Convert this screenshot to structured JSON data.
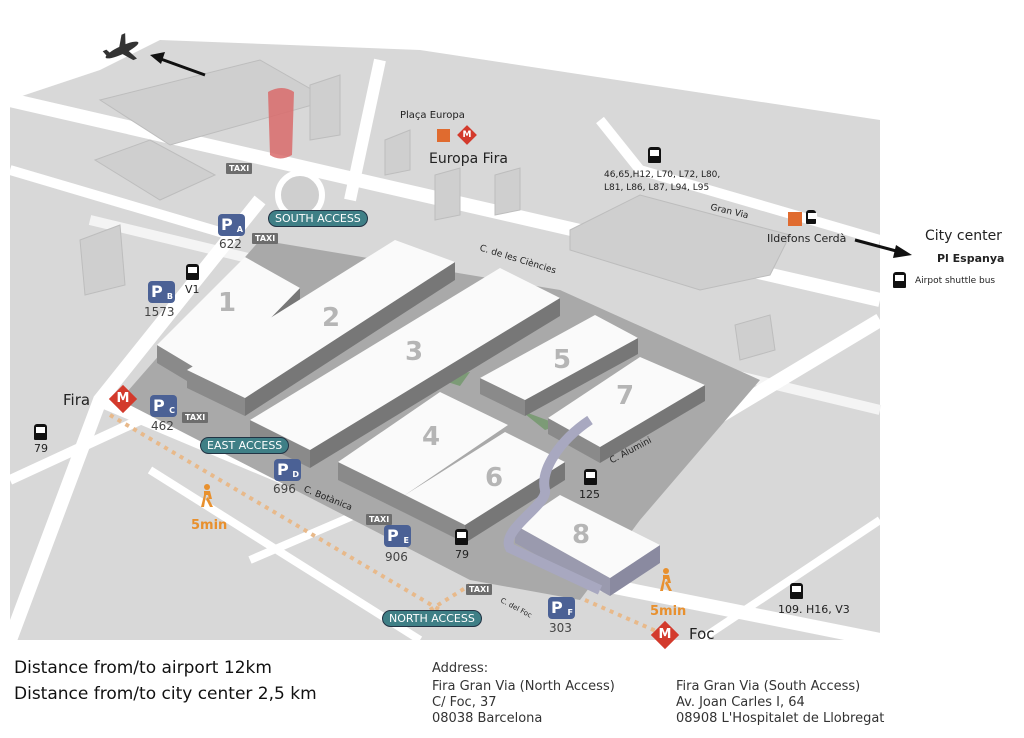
{
  "map": {
    "halls": [
      "1",
      "2",
      "3",
      "4",
      "5",
      "6",
      "7",
      "8"
    ],
    "places": {
      "placa_europa": "Plaça Europa",
      "europa_fira": "Europa Fira",
      "ildefons": "Ildefons Cerdà",
      "fira": "Fira",
      "foc": "Foc",
      "city_center": "City center",
      "pl_espanya": "Pl Espanya",
      "shuttle": "Airpot shuttle bus"
    },
    "accesses": {
      "south": "SOUTH ACCESS",
      "east": "EAST ACCESS",
      "north": "NORTH ACCESS"
    },
    "parking": [
      {
        "letter": "P",
        "sub": "A",
        "spaces": "622"
      },
      {
        "letter": "P",
        "sub": "B",
        "spaces": "1573"
      },
      {
        "letter": "P",
        "sub": "C",
        "spaces": "462"
      },
      {
        "letter": "P",
        "sub": "D",
        "spaces": "696"
      },
      {
        "letter": "P",
        "sub": "E",
        "spaces": "906"
      },
      {
        "letter": "P",
        "sub": "F",
        "spaces": "303"
      }
    ],
    "taxi": "TAXI",
    "metro_letter": "M",
    "bus_lines": {
      "granvia_1": "46,65,H12, L70, L72, L80,",
      "granvia_2": "L81, L86, L87, L94, L95",
      "v1": "V1",
      "b79_left": "79",
      "b79_center": "79",
      "b125": "125",
      "b109": "109. H16, V3"
    },
    "streets": {
      "ciencies": "C. de les Ciències",
      "granvia": "Gran Via",
      "botanica": "C. Botànica",
      "alumini": "C. Alumini",
      "foc": "C. del Foc"
    },
    "walk": {
      "left": "5min",
      "right": "5min"
    },
    "colors": {
      "metro": "#d33a2c",
      "parking": "#4b6195",
      "access": "#3f7f86",
      "walk": "#e8902e",
      "fgc": "#e06b2f"
    }
  },
  "footer": {
    "airport": "Distance from/to airport   12km",
    "city": "Distance from/to city center 2,5 km",
    "address_label": "Address:",
    "north": [
      "Fira Gran Via (North Access)",
      "C/ Foc, 37",
      "08038 Barcelona"
    ],
    "south": [
      "Fira Gran Via (South Access)",
      "Av. Joan Carles I, 64",
      "08908 L'Hospitalet de Llobregat"
    ]
  }
}
